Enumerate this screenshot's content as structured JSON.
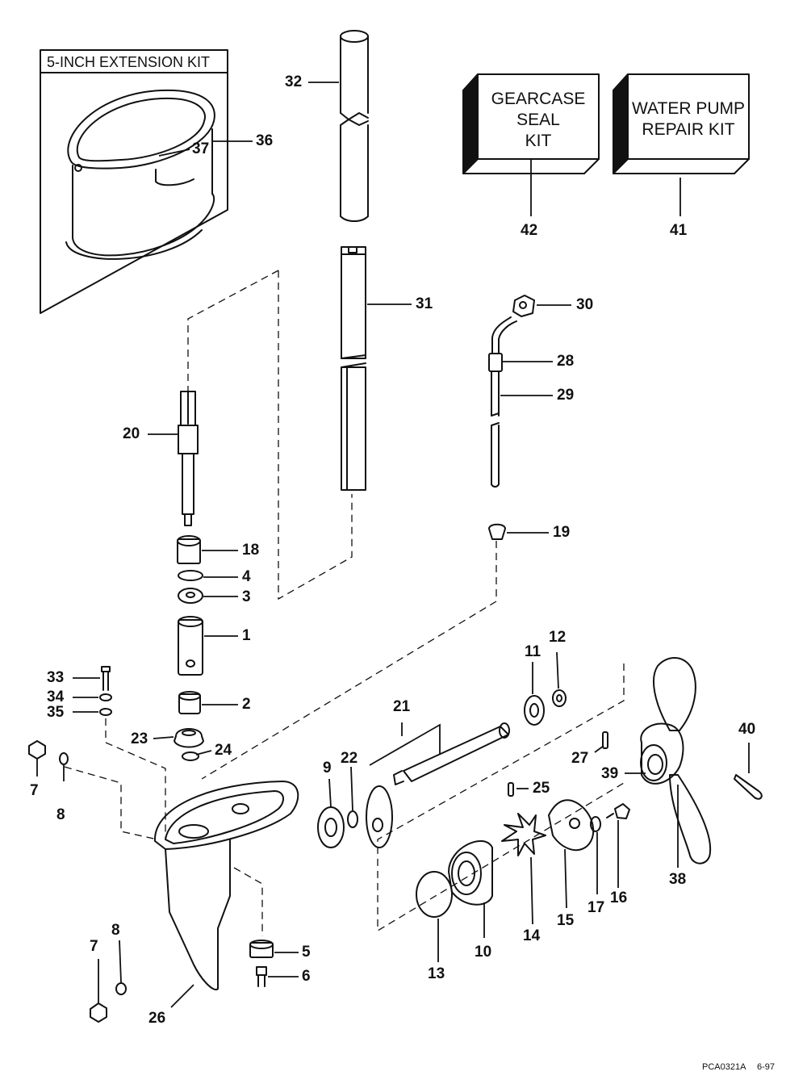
{
  "kit_header": "5-INCH EXTENSION KIT",
  "gearcase_kit": {
    "line1": "GEARCASE",
    "line2": "SEAL",
    "line3": "KIT"
  },
  "water_pump_kit": {
    "line1": "WATER PUMP",
    "line2": "REPAIR KIT"
  },
  "footer": {
    "code": "PCA0321A",
    "date": "6-97"
  },
  "callouts": {
    "c1": "1",
    "c2": "2",
    "c3": "3",
    "c4": "4",
    "c5": "5",
    "c6": "6",
    "c7a": "7",
    "c7b": "7",
    "c8a": "8",
    "c8b": "8",
    "c9": "9",
    "c10": "10",
    "c11": "11",
    "c12": "12",
    "c13": "13",
    "c14": "14",
    "c15": "15",
    "c16": "16",
    "c17": "17",
    "c18": "18",
    "c19": "19",
    "c20": "20",
    "c21": "21",
    "c22": "22",
    "c23": "23",
    "c24": "24",
    "c25": "25",
    "c26": "26",
    "c27": "27",
    "c28": "28",
    "c29": "29",
    "c30": "30",
    "c31": "31",
    "c32": "32",
    "c33": "33",
    "c34": "34",
    "c35": "35",
    "c36": "36",
    "c37": "37",
    "c38": "38",
    "c39": "39",
    "c40": "40",
    "c41": "41",
    "c42": "42"
  }
}
